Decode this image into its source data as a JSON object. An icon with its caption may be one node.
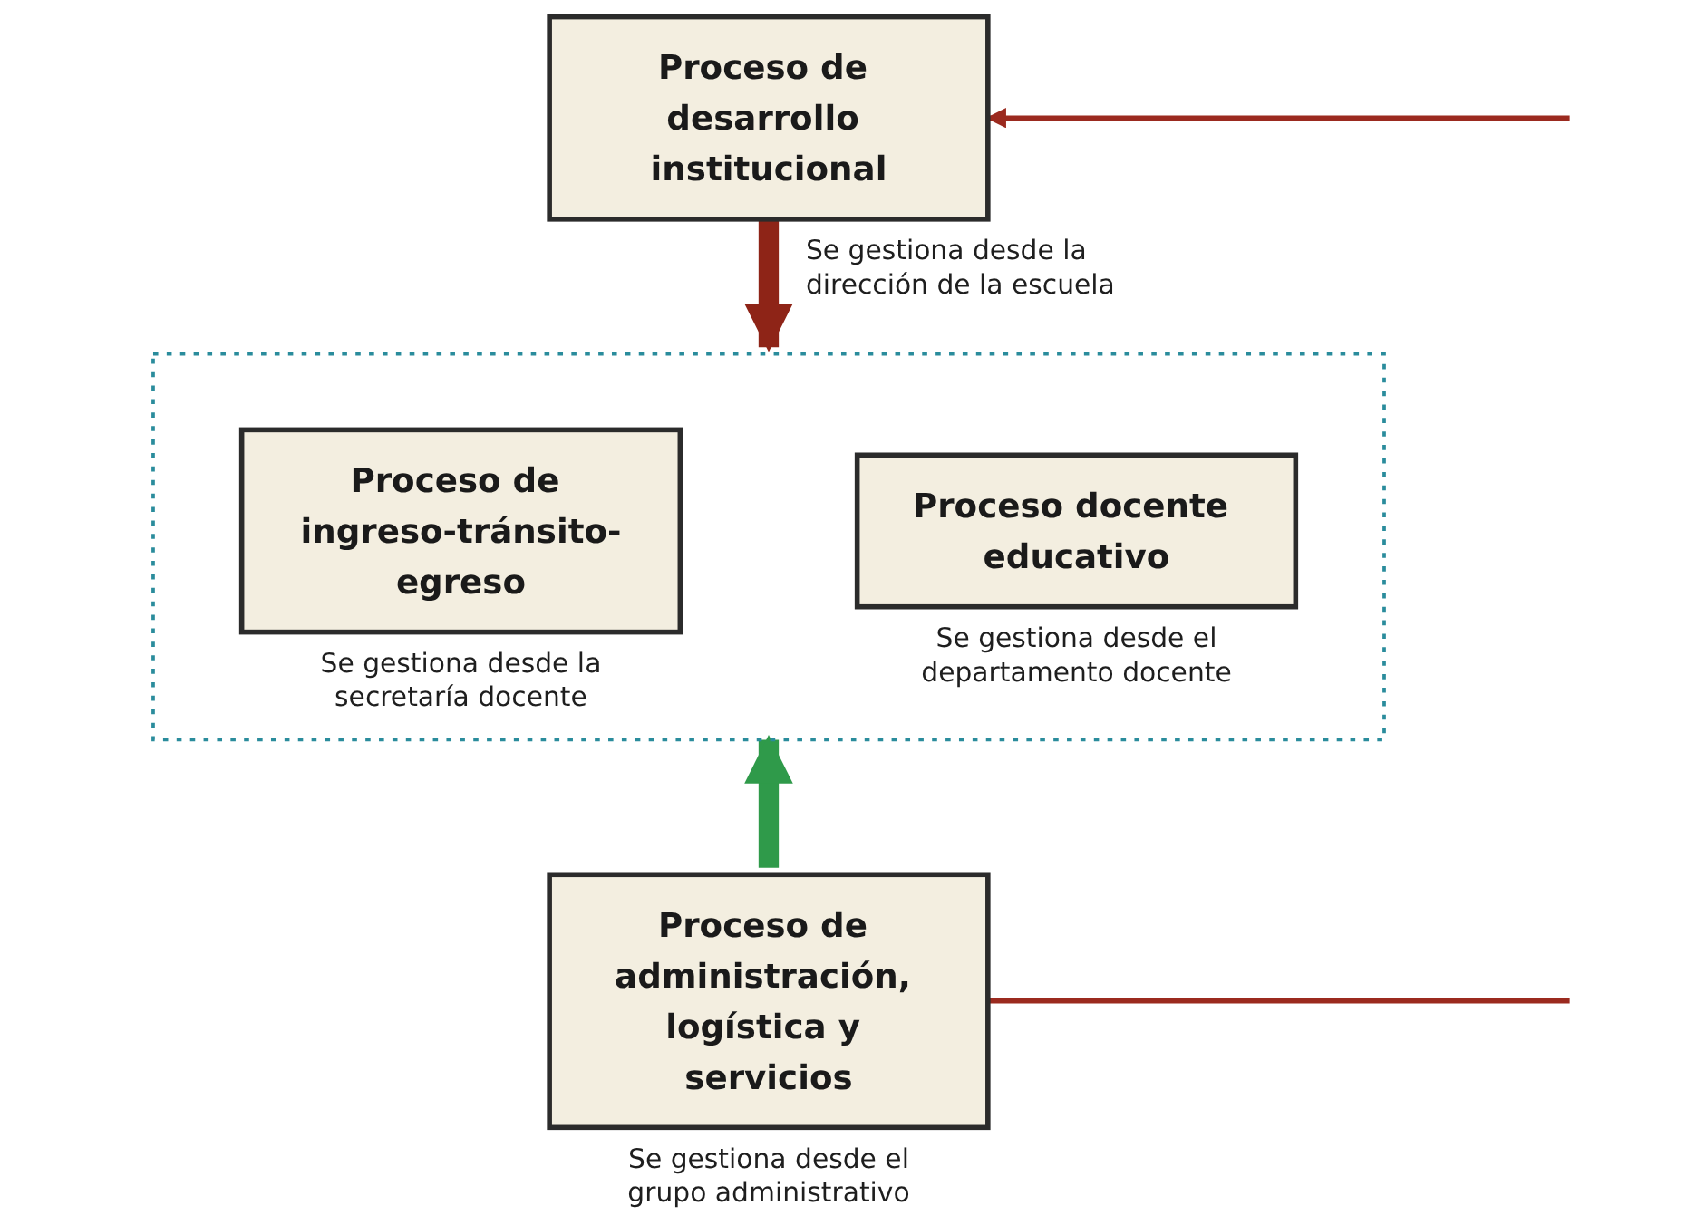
{
  "diagram": {
    "nodes": [
      {
        "text": [
          "Proceso de desarrollo institucional"
        ],
        "beside": [
          "Se gestiona desde la dirección de la escuela"
        ]
      },
      {
        "text": [],
        "shape": "box"
      },
      {
        "text": [
          "Proceso de ingreso-tránsito-egreso"
        ],
        "in": 1,
        "beside": [
          "Se gestiona desde la secretaría docente"
        ]
      },
      {
        "text": [
          "Proceso docente educativo"
        ],
        "in": 1,
        "beside": [
          "Se gestiona desde el departamento docente"
        ]
      },
      {
        "text": [
          "Proceso de administración, logística y servicios"
        ],
        "beside": [
          "Se gestiona desde el grupo administrativo"
        ]
      }
    ],
    "edges": [
      {
        "from": null,
        "to": 0,
        "arrow": "to",
        "color": "#9b2a1f"
      },
      {
        "from": 0,
        "to": 1,
        "arrow": "to",
        "style": "thick",
        "color": "#8e2417"
      },
      {
        "from": 4,
        "to": 1,
        "arrow": "to",
        "style": "thick",
        "color": "#2f9a4a"
      },
      {
        "from": 4,
        "to": null,
        "arrow": "none",
        "color": "#9b2a1f"
      }
    ]
  }
}
